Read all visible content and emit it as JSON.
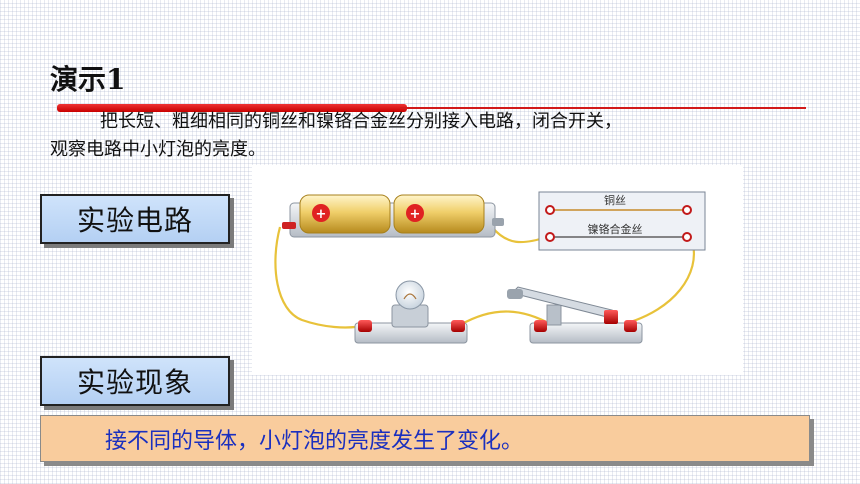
{
  "slide": {
    "title": "演示1",
    "description_line1": "把长短、粗细相同的铜丝和镍铬合金丝分别接入电路，闭合开关，",
    "description_line2": "观察电路中小灯泡的亮度。",
    "label_circuit": "实验电路",
    "label_phenomenon": "实验现象",
    "result": "接不同的导体，小灯泡的亮度发生了变化。"
  },
  "diagram": {
    "copper_wire_label": "铜丝",
    "nichrome_wire_label": "镍铬合金丝",
    "battery_terminal_symbol": "+"
  },
  "colors": {
    "accent_red": "#d21a1a",
    "label_blue": "#cfe3fb",
    "result_bg": "#f9cc9d",
    "result_text": "#1a2fbf",
    "wire_yellow": "#e8c23a"
  }
}
